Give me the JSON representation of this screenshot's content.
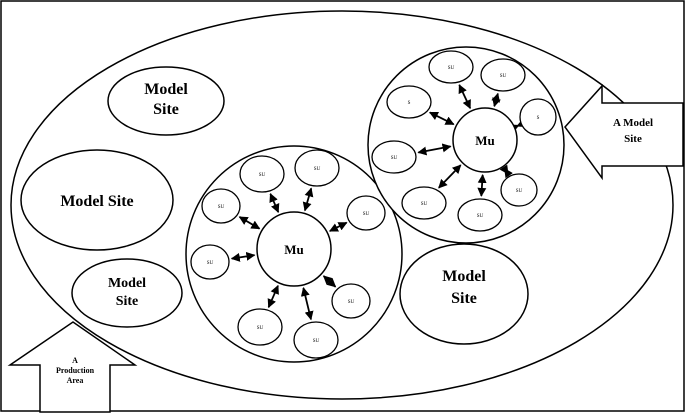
{
  "model_site_labels": {
    "top_left_line1": "Model",
    "top_left_line2": "Site",
    "middle_left": "Model Site",
    "bottom_left_line1": "Model",
    "bottom_left_line2": "Site",
    "bottom_right_line1": "Model",
    "bottom_right_line2": "Site"
  },
  "arrows": {
    "model_site_line1": "A Model",
    "model_site_line2": "Site",
    "production_line1": "A",
    "production_line2": "Production",
    "production_line3": "Area"
  },
  "cluster_left": {
    "hub_label": "Mu",
    "satellites": [
      {
        "label": "SU"
      },
      {
        "label": "SU"
      },
      {
        "label": "SU"
      },
      {
        "label": "SU"
      },
      {
        "label": "SU"
      },
      {
        "label": "SU"
      },
      {
        "label": "SU"
      },
      {
        "label": "SU"
      }
    ]
  },
  "cluster_right": {
    "hub_label": "Mu",
    "satellites": [
      {
        "label": "SU"
      },
      {
        "label": "SU"
      },
      {
        "label": "S"
      },
      {
        "label": "S"
      },
      {
        "label": "SU"
      },
      {
        "label": "SU"
      },
      {
        "label": "SU"
      },
      {
        "label": "SU"
      }
    ]
  }
}
